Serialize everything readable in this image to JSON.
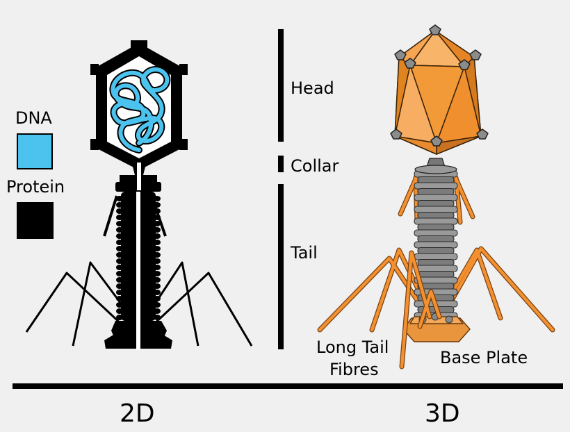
{
  "legend": {
    "dna_label": "DNA",
    "protein_label": "Protein",
    "dna_color": "#4cc3ee",
    "protein_color": "#000000"
  },
  "parts": {
    "head": "Head",
    "collar": "Collar",
    "tail": "Tail",
    "long_tail_fibres_line1": "Long Tail",
    "long_tail_fibres_line2": "Fibres",
    "base_plate": "Base Plate"
  },
  "views": {
    "left": "2D",
    "right": "3D"
  },
  "colors": {
    "background": "#f0f0f0",
    "orange": "#f39030",
    "orange_dark": "#c86d1a",
    "steel": "#8a8a8a"
  }
}
